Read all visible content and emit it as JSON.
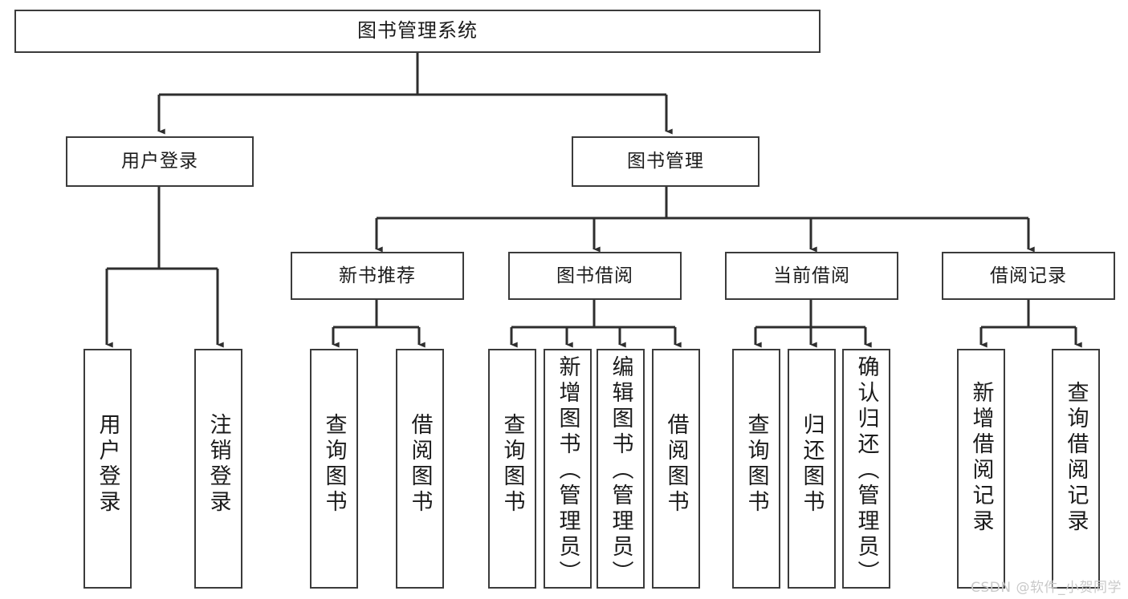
{
  "diagram": {
    "title": "图书管理系统",
    "type": "hierarchy-tree",
    "watermark": "CSDN @软件_小贺同学",
    "colors": {
      "stroke": "#3b3b3b",
      "fill": "#ffffff",
      "text": "#1b1b1b",
      "watermark": "#c9c9c9"
    },
    "root": {
      "id": "root",
      "label": "图书管理系统"
    },
    "level2": [
      {
        "id": "user-login",
        "label": "用户登录"
      },
      {
        "id": "book-manage",
        "label": "图书管理"
      }
    ],
    "level3": [
      {
        "id": "new-book-recommend",
        "label": "新书推荐"
      },
      {
        "id": "book-borrow",
        "label": "图书借阅"
      },
      {
        "id": "current-borrow",
        "label": "当前借阅"
      },
      {
        "id": "borrow-record",
        "label": "借阅记录"
      }
    ],
    "leaves": {
      "user_login": [
        {
          "id": "leaf-user-login",
          "label": "用户登录"
        },
        {
          "id": "leaf-user-logout",
          "label": "注销登录"
        }
      ],
      "new_book_recommend": [
        {
          "id": "leaf-query-book-1",
          "label": "查询图书"
        },
        {
          "id": "leaf-borrow-book-1",
          "label": "借阅图书"
        }
      ],
      "book_borrow": [
        {
          "id": "leaf-query-book-2",
          "label": "查询图书"
        },
        {
          "id": "leaf-add-book",
          "label": "新增图书（管理员）"
        },
        {
          "id": "leaf-edit-book",
          "label": "编辑图书（管理员）"
        },
        {
          "id": "leaf-borrow-book-2",
          "label": "借阅图书"
        }
      ],
      "current_borrow": [
        {
          "id": "leaf-query-book-3",
          "label": "查询图书"
        },
        {
          "id": "leaf-return-book",
          "label": "归还图书"
        },
        {
          "id": "leaf-confirm-return",
          "label": "确认归还（管理员）"
        }
      ],
      "borrow_record": [
        {
          "id": "leaf-add-record",
          "label": "新增借阅记录"
        },
        {
          "id": "leaf-query-record",
          "label": "查询借阅记录"
        }
      ]
    }
  }
}
